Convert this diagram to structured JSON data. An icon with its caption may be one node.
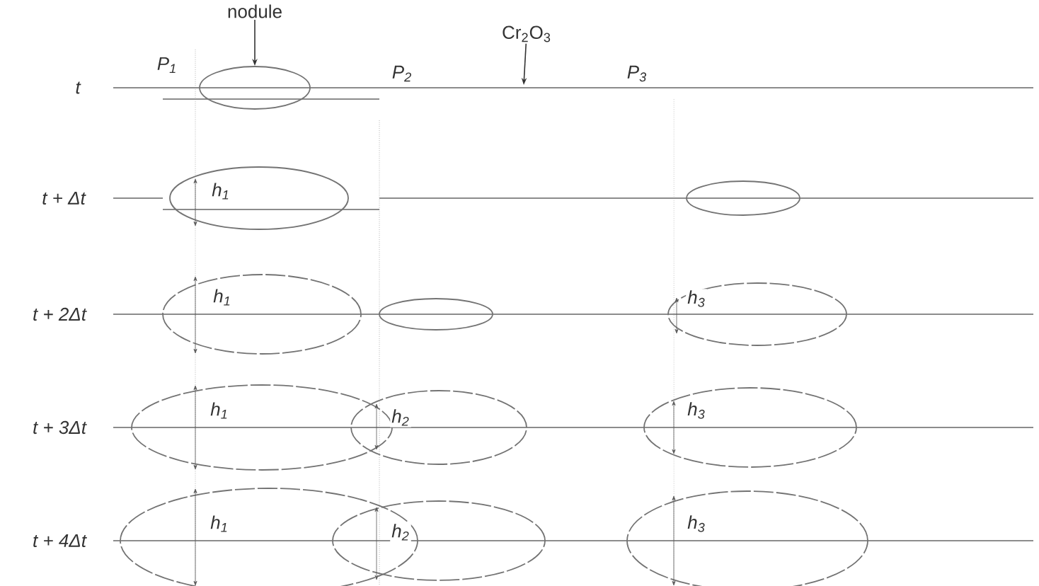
{
  "diagram": {
    "nodes": [
      {
        "text": [
          "nodule"
        ]
      },
      {
        "text": [],
        "shape": "ellipse"
      },
      {
        "text": [
          "Cr$_{2}$O$_{3}$"
        ]
      }
    ],
    "edges": [
      {
        "from": 0,
        "to": 1,
        "arrow": "to"
      },
      {
        "from": 2,
        "to": null,
        "arrow": "to"
      }
    ],
    "labels": [
      "P$_{1}$",
      "P$_{2}$",
      "P$_{3}$",
      "t",
      "t + Δt",
      "h$_{1}$",
      "t + 2Δt",
      "h$_{1}$",
      "h$_{3}$",
      "t + 3Δt",
      "h$_{1}$",
      "h$_{2}$",
      "h$_{3}$",
      "t + 4Δt",
      "h$_{1}$",
      "h$_{2}$",
      "h$_{3}$"
    ]
  }
}
